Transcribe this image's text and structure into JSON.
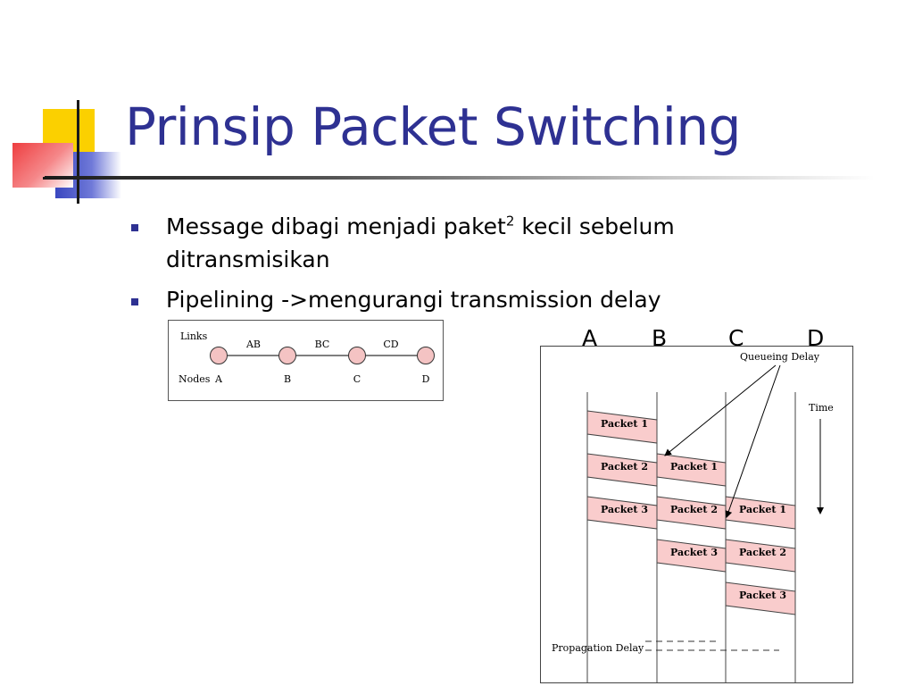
{
  "slide": {
    "title": "Prinsip Packet Switching",
    "bullets": [
      {
        "text_before": "Message dibagi menjadi paket",
        "superscript": "2",
        "text_after": " kecil sebelum ditransmisikan"
      },
      {
        "text": "Pipelining ->mengurangi transmission delay"
      }
    ],
    "column_letters": [
      "A",
      "B",
      "C",
      "D"
    ]
  },
  "links_diagram": {
    "links_label": "Links",
    "nodes_label": "Nodes",
    "links": [
      "AB",
      "BC",
      "CD"
    ],
    "nodes": [
      "A",
      "B",
      "C",
      "D"
    ]
  },
  "timing_diagram": {
    "queueing_label": "Queueing Delay",
    "time_label": "Time",
    "propagation_label": "Propagation Delay",
    "packets": [
      {
        "hop": 0,
        "label": "Packet 1",
        "start": 0
      },
      {
        "hop": 0,
        "label": "Packet 2",
        "start": 1
      },
      {
        "hop": 0,
        "label": "Packet 3",
        "start": 2
      },
      {
        "hop": 1,
        "label": "Packet 1",
        "start": 1
      },
      {
        "hop": 1,
        "label": "Packet 2",
        "start": 2
      },
      {
        "hop": 1,
        "label": "Packet 3",
        "start": 3
      },
      {
        "hop": 2,
        "label": "Packet 1",
        "start": 2
      },
      {
        "hop": 2,
        "label": "Packet 2",
        "start": 3
      },
      {
        "hop": 2,
        "label": "Packet 3",
        "start": 4
      }
    ]
  },
  "colors": {
    "title": "#2e3192",
    "bullet": "#2e3192",
    "node_fill": "#f4c3c3",
    "packet_fill": "#f9cccc",
    "deco_yellow": "#fbd000",
    "deco_red": "#f0585a",
    "deco_blue": "#4a56c8"
  }
}
